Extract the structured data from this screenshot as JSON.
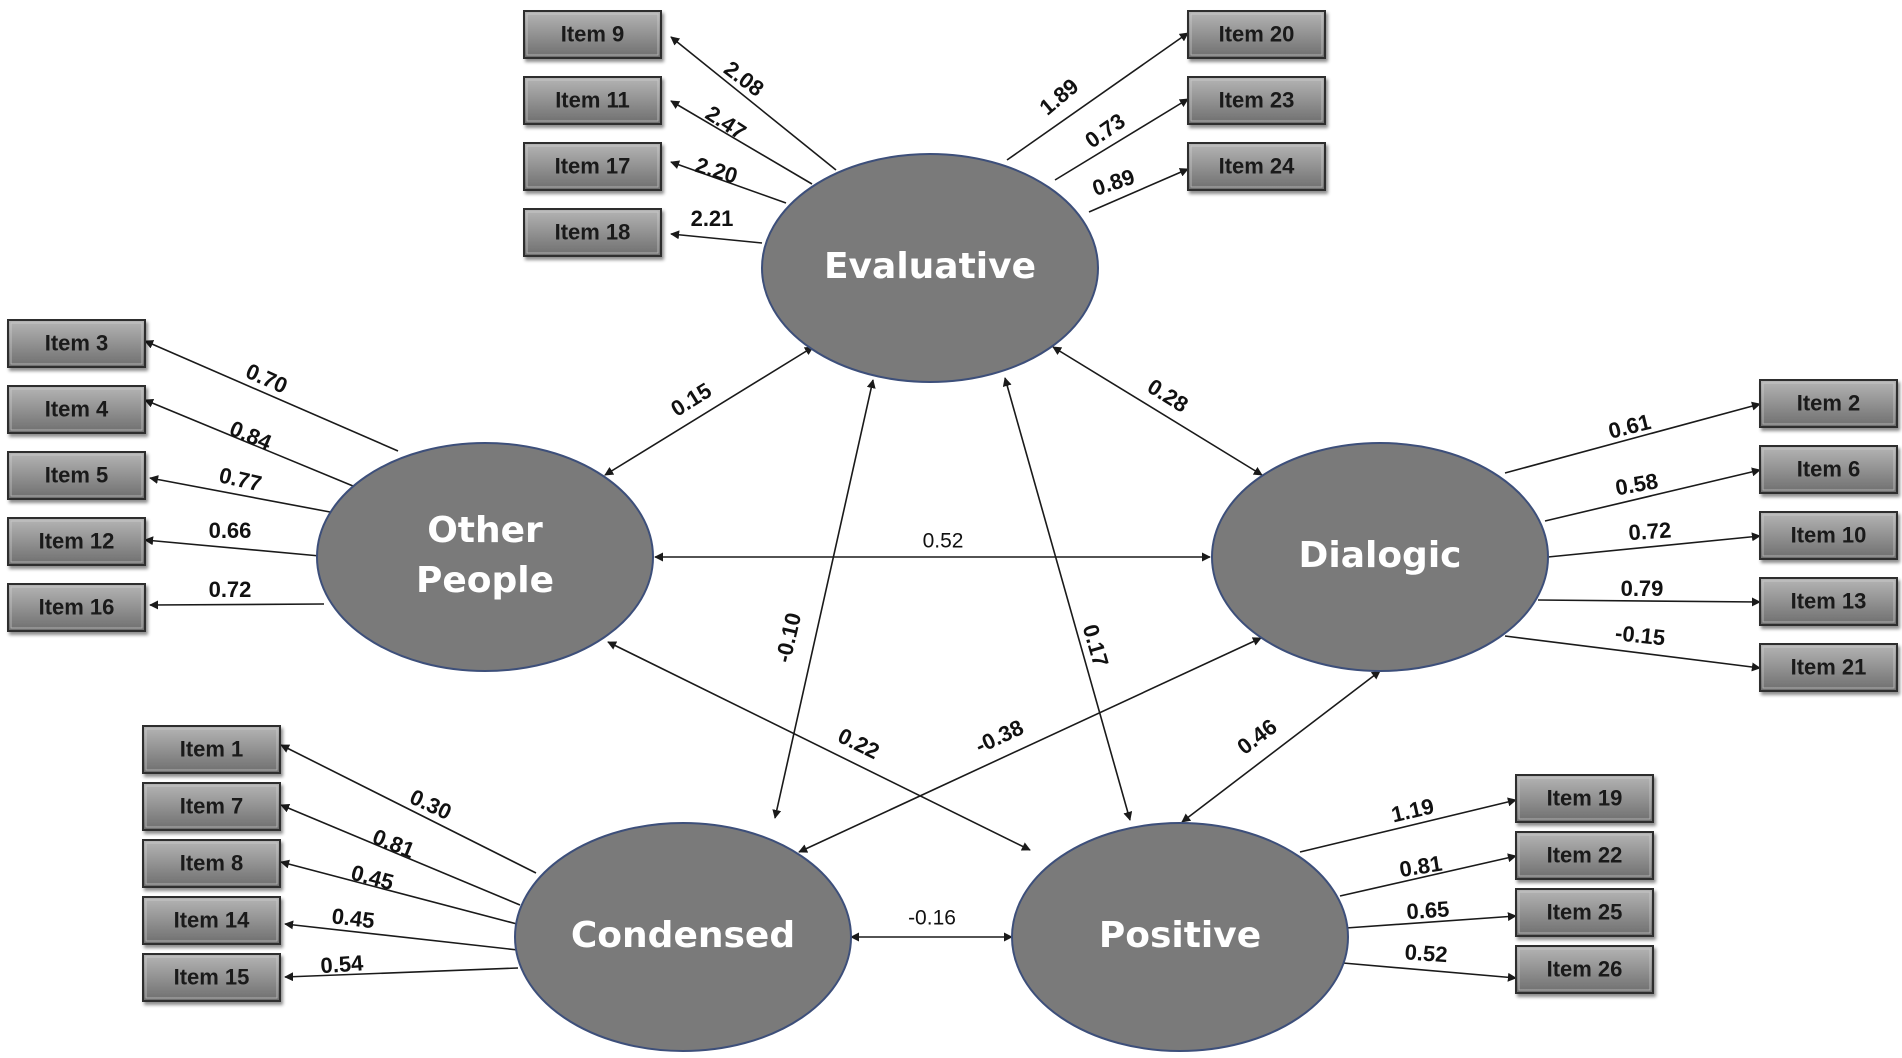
{
  "factors": [
    {
      "id": "evaluative",
      "lines": [
        "Evaluative"
      ]
    },
    {
      "id": "other-people",
      "lines": [
        "Other",
        "People"
      ]
    },
    {
      "id": "dialogic",
      "lines": [
        "Dialogic"
      ]
    },
    {
      "id": "condensed",
      "lines": [
        "Condensed"
      ]
    },
    {
      "id": "positive",
      "lines": [
        "Positive"
      ]
    }
  ],
  "items": [
    {
      "id": "item-9",
      "label": "Item 9"
    },
    {
      "id": "item-11",
      "label": "Item 11"
    },
    {
      "id": "item-17",
      "label": "Item 17"
    },
    {
      "id": "item-18",
      "label": "Item 18"
    },
    {
      "id": "item-20",
      "label": "Item 20"
    },
    {
      "id": "item-23",
      "label": "Item 23"
    },
    {
      "id": "item-24",
      "label": "Item 24"
    },
    {
      "id": "item-3",
      "label": "Item 3"
    },
    {
      "id": "item-4",
      "label": "Item 4"
    },
    {
      "id": "item-5",
      "label": "Item 5"
    },
    {
      "id": "item-12",
      "label": "Item 12"
    },
    {
      "id": "item-16",
      "label": "Item 16"
    },
    {
      "id": "item-2",
      "label": "Item 2"
    },
    {
      "id": "item-6",
      "label": "Item 6"
    },
    {
      "id": "item-10",
      "label": "Item 10"
    },
    {
      "id": "item-13",
      "label": "Item 13"
    },
    {
      "id": "item-21",
      "label": "Item 21"
    },
    {
      "id": "item-1",
      "label": "Item 1"
    },
    {
      "id": "item-7",
      "label": "Item 7"
    },
    {
      "id": "item-8",
      "label": "Item 8"
    },
    {
      "id": "item-14",
      "label": "Item 14"
    },
    {
      "id": "item-15",
      "label": "Item 15"
    },
    {
      "id": "item-19",
      "label": "Item 19"
    },
    {
      "id": "item-22",
      "label": "Item 22"
    },
    {
      "id": "item-25",
      "label": "Item 25"
    },
    {
      "id": "item-26",
      "label": "Item 26"
    }
  ],
  "loadings": [
    {
      "factor": "evaluative",
      "item": "item-9",
      "value": "2.08"
    },
    {
      "factor": "evaluative",
      "item": "item-11",
      "value": "2.47"
    },
    {
      "factor": "evaluative",
      "item": "item-17",
      "value": "2.20"
    },
    {
      "factor": "evaluative",
      "item": "item-18",
      "value": "2.21"
    },
    {
      "factor": "evaluative",
      "item": "item-20",
      "value": "1.89"
    },
    {
      "factor": "evaluative",
      "item": "item-23",
      "value": "0.73"
    },
    {
      "factor": "evaluative",
      "item": "item-24",
      "value": "0.89"
    },
    {
      "factor": "other-people",
      "item": "item-3",
      "value": "0.70"
    },
    {
      "factor": "other-people",
      "item": "item-4",
      "value": "0.84"
    },
    {
      "factor": "other-people",
      "item": "item-5",
      "value": "0.77"
    },
    {
      "factor": "other-people",
      "item": "item-12",
      "value": "0.66"
    },
    {
      "factor": "other-people",
      "item": "item-16",
      "value": "0.72"
    },
    {
      "factor": "dialogic",
      "item": "item-2",
      "value": "0.61"
    },
    {
      "factor": "dialogic",
      "item": "item-6",
      "value": "0.58"
    },
    {
      "factor": "dialogic",
      "item": "item-10",
      "value": "0.72"
    },
    {
      "factor": "dialogic",
      "item": "item-13",
      "value": "0.79"
    },
    {
      "factor": "dialogic",
      "item": "item-21",
      "value": "-0.15"
    },
    {
      "factor": "condensed",
      "item": "item-1",
      "value": "0.30"
    },
    {
      "factor": "condensed",
      "item": "item-7",
      "value": "0.81"
    },
    {
      "factor": "condensed",
      "item": "item-8",
      "value": "0.45"
    },
    {
      "factor": "condensed",
      "item": "item-14",
      "value": "0.45"
    },
    {
      "factor": "condensed",
      "item": "item-15",
      "value": "0.54"
    },
    {
      "factor": "positive",
      "item": "item-19",
      "value": "1.19"
    },
    {
      "factor": "positive",
      "item": "item-22",
      "value": "0.81"
    },
    {
      "factor": "positive",
      "item": "item-25",
      "value": "0.65"
    },
    {
      "factor": "positive",
      "item": "item-26",
      "value": "0.52"
    }
  ],
  "correlations": [
    {
      "a": "evaluative",
      "b": "other-people",
      "value": "0.15"
    },
    {
      "a": "evaluative",
      "b": "dialogic",
      "value": "0.28"
    },
    {
      "a": "evaluative",
      "b": "condensed",
      "value": "-0.10"
    },
    {
      "a": "evaluative",
      "b": "positive",
      "value": "0.17"
    },
    {
      "a": "other-people",
      "b": "dialogic",
      "value": "0.52"
    },
    {
      "a": "other-people",
      "b": "positive",
      "value": "0.22"
    },
    {
      "a": "dialogic",
      "b": "condensed",
      "value": "-0.38"
    },
    {
      "a": "dialogic",
      "b": "positive",
      "value": "0.46"
    },
    {
      "a": "condensed",
      "b": "positive",
      "value": "-0.16"
    }
  ],
  "colors": {
    "factor_fill": "#7a7a7a",
    "factor_stroke": "#3d4f7a",
    "item_fill_top": "#b5b5b5",
    "item_fill_bottom": "#6e6e6e",
    "item_stroke": "#2e2e2e",
    "line": "#1a1a1a",
    "factor_text": "#ffffff"
  }
}
